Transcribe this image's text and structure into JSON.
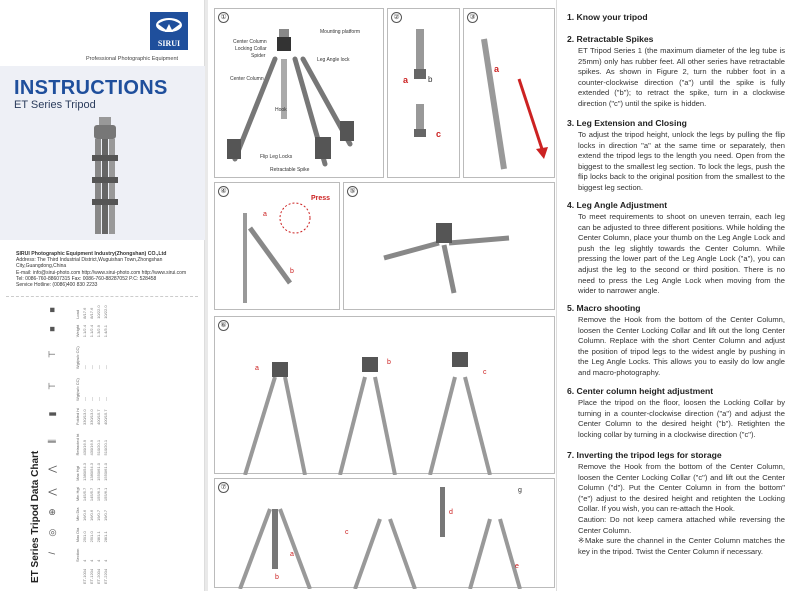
{
  "cover": {
    "logo_text": "SIRUI",
    "tagline": "Professional Photographic Equipment",
    "title": "INSTRUCTIONS",
    "subtitle": "ET Series Tripod",
    "brand_color": "#1f4f9c"
  },
  "company": {
    "name": "SIRUI Photographic Equipment Industry(Zhongshan) CO.,Ltd",
    "address": "Address: The Third Industrial District,Wuguishan Town,Zhongshan City,Guangdong,China",
    "email": "E-mail: info@sirui-photo.com    http://www.sirui-photo.com  http://www.sirui.com",
    "tel": "Tel: 0086-760-88607315    Fax: 0086-760-88287052    P.C: 528458",
    "hotline": "Service Hotline: (0086)400 830 2233"
  },
  "chart": {
    "title": "ET Series Tripod Data Chart",
    "headers": [
      "Section",
      "Max Dia",
      "Min Dia",
      "Min Hgt",
      "Max Hgt",
      "Retracted ht",
      "Folded ht",
      "Wgt(w/o CC)",
      "Wgt(w/o CC)",
      "Weight",
      "Load"
    ],
    "icons": [
      "/",
      "◎",
      "⊕",
      "⋀",
      "⋀",
      "⫼",
      "▮",
      "⊤",
      "⊤",
      "■",
      "■"
    ],
    "rows": [
      [
        "ET-1004",
        "4",
        "25/1.0",
        "16/0.6",
        "145/5.7",
        "1380/54.3",
        "430/16.9",
        "330/13.0",
        "—",
        "—",
        "1.1/2.4",
        "8/17.6"
      ],
      [
        "ET-1204",
        "4",
        "25/1.0",
        "16/0.6",
        "145/5.7",
        "1380/54.3",
        "430/16.9",
        "330/13.0",
        "—",
        "—",
        "1.1/2.4",
        "8/17.6"
      ],
      [
        "ET-2004",
        "4",
        "28/1.1",
        "19/0.7",
        "155/6.1",
        "1550/61.0",
        "510/20.1",
        "400/15.7",
        "—",
        "—",
        "1.3/2.9",
        "10/22.0"
      ],
      [
        "ET-2204",
        "4",
        "28/1.1",
        "19/0.7",
        "155/6.1",
        "1550/61.0",
        "510/20.1",
        "400/15.7",
        "—",
        "—",
        "1.4/3.1",
        "10/22.0"
      ]
    ]
  },
  "figures": {
    "f1": {
      "num": "①",
      "labels": [
        "Mounting platform",
        "Center Column",
        "Locking Collar",
        "Spider",
        "Leg Angle lock",
        "Center Column",
        "Hook",
        "Flip Leg Locks",
        "Retractable Spike"
      ]
    },
    "f2": {
      "num": "②",
      "labels": [
        "a",
        "b",
        "c"
      ]
    },
    "f3": {
      "num": "③",
      "labels": [
        "a"
      ]
    },
    "f4": {
      "num": "④",
      "labels": [
        "Press",
        "a",
        "b"
      ]
    },
    "f5": {
      "num": "⑤"
    },
    "f6": {
      "num": "⑥",
      "labels": [
        "a",
        "b",
        "c"
      ]
    },
    "f7": {
      "num": "⑦",
      "labels": [
        "a",
        "b",
        "c",
        "d",
        "e",
        "g"
      ]
    }
  },
  "sections": [
    {
      "title": "1. Know your tripod",
      "body": ""
    },
    {
      "title": "2. Retractable Spikes",
      "body": "ET Tripod Series 1 (the maximum diameter of the leg tube is 25mm) only has rubber feet. All other series have retractable spikes. As shown in Figure 2, turn the rubber foot in a counter-clockwise direction (\"a\") until the spike is fully extended (\"b\"); to retract the spike, turn in a clockwise direction (\"c\") until the spike is hidden."
    },
    {
      "title": "3. Leg Extension and Closing",
      "body": "To adjust the tripod height, unlock the legs by pulling the flip locks in direction \"a\" at the same time or separately, then extend the tripod legs to the length you need. Open from the biggest to the smallest leg section. To lock the legs, push the flip locks back to the original position from the smallest to the biggest leg section."
    },
    {
      "title": "4. Leg Angle Adjustment",
      "body": "To meet requirements to shoot on uneven terrain, each leg can be adjusted to three different positions. While holding the Center Column, place your thumb on the Leg Angle Lock and push the leg slightly towards the Center Column. While pressing the lower part of the Leg Angle Lock (\"a\"), you can adjust the leg to the second or third position. There is no need to press the Leg Angle Lock when moving from the wider to narrower angle."
    },
    {
      "title": "5. Macro shooting",
      "body": "Remove the Hook from the bottom of the Center Column, loosen the Center Locking Collar and lift out the long Center Column. Replace with the short Center Column and adjust the position of tripod legs to the widest angle by pushing in the Leg Angle Locks. This allows you to easily do low angle and macro-photography."
    },
    {
      "title": "6. Center column height adjustment",
      "body": "Place the tripod on the floor, loosen the Locking Collar by turning in a counter-clockwise direction (\"a\") and adjust the Center Column to the desired height (\"b\"). Retighten the locking collar by turning in a clockwise direction (\"c\")."
    },
    {
      "title": "7. Inverting the tripod legs for storage",
      "body": "Remove the Hook from the bottom of the Center Column, loosen the Center Locking Collar (\"c\") and lift out the Center Column (\"d\"). Put the Center Column in from the bottom\" (\"e\")  adjust to the desired height and retighten the Locking Collar. If you wish, you can re-attach the Hook.",
      "caution": "Caution: Do not keep camera attached while reversing the Center Column.",
      "note": "※Make sure the channel in the Center Column matches the key in the tripod. Twist the Center Column if necessary."
    }
  ]
}
